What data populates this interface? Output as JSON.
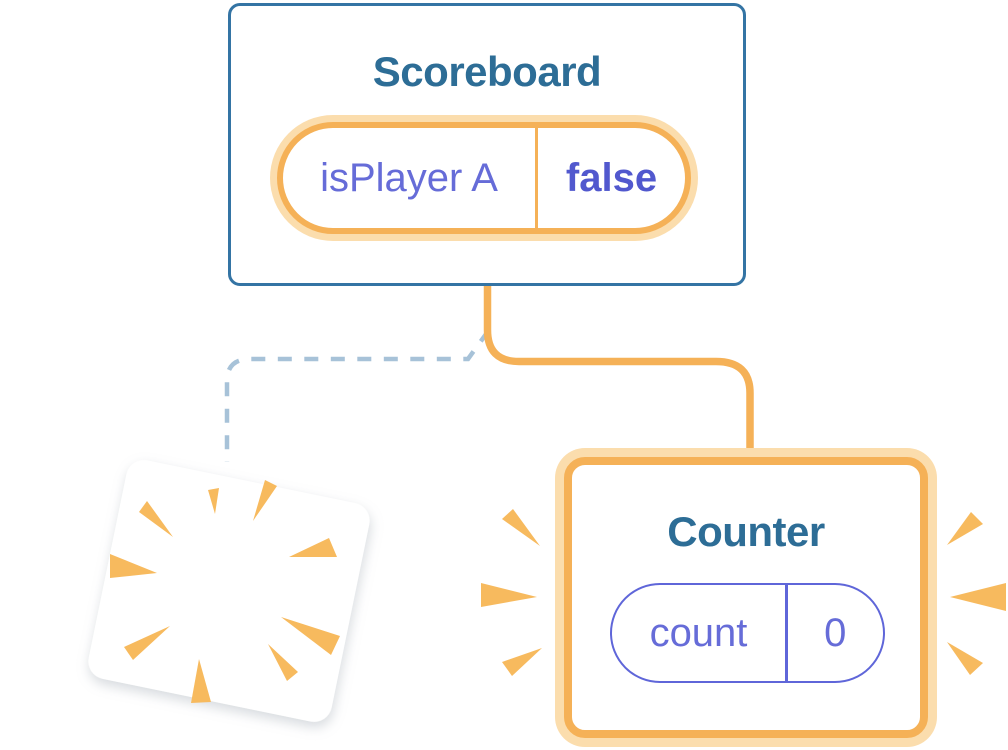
{
  "scoreboard": {
    "title": "Scoreboard",
    "state": {
      "key": "isPlayer A",
      "value": "false"
    }
  },
  "counter": {
    "title": "Counter",
    "state": {
      "key": "count",
      "value": "0"
    }
  },
  "icons": {
    "sparkle_large": "four-point-star-sparkle",
    "sparkle_small": "four-point-star-sparkle",
    "poof_burst": "radiating-orange-wedges",
    "destroyed_card": "blank-tilted-card"
  },
  "connectors": {
    "solid": "parent-to-new-counter",
    "dashed": "parent-to-removed-child"
  },
  "theme": {
    "bg": "#ffffff",
    "card-blue": "#3474a4",
    "title-blue": "#2d6d96",
    "orange": "#f5b157",
    "orange-light": "#fbddad",
    "burst-orange": "#f7ba5e",
    "purple": "#666cd8",
    "purple-bold": "#5158ce",
    "purple-border": "#5f66d9",
    "dashed-blue": "#a7c2d8"
  }
}
